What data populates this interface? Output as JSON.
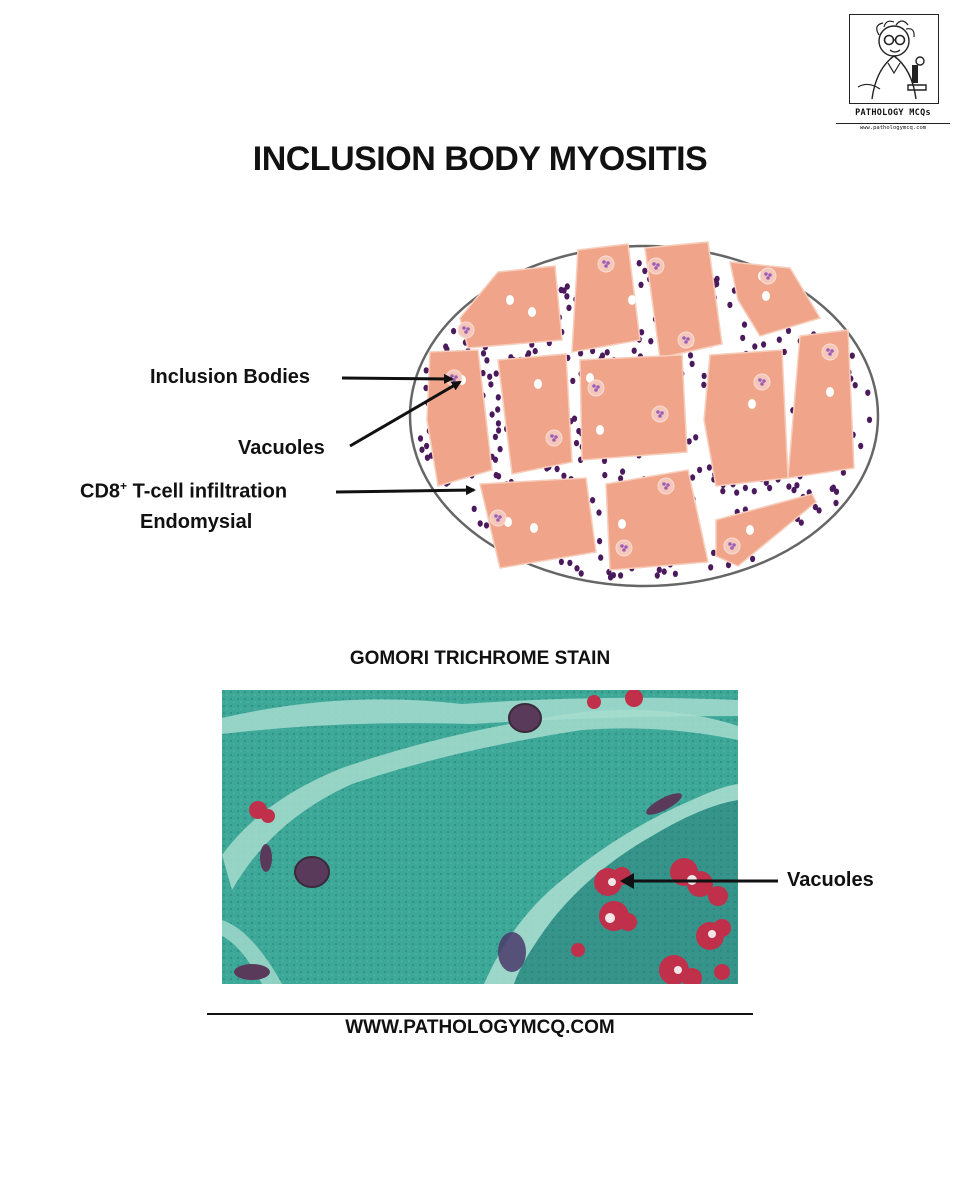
{
  "logo": {
    "name": "PATHOLOGY MCQs",
    "url": "www.pathologymcq.com"
  },
  "title": "INCLUSION BODY MYOSITIS",
  "diagram": {
    "labels": {
      "inclusion_bodies": "Inclusion Bodies",
      "vacuoles": "Vacuoles",
      "cd8_main": "CD8",
      "cd8_sup": "+",
      "cd8_rest": " T-cell infiltration",
      "endomysial": "Endomysial"
    },
    "colors": {
      "fiber": "#F0A489",
      "lymphocyte": "#4A1A5C",
      "inclusion": "#9B5FB8",
      "outline": "#666666"
    }
  },
  "stain": {
    "title": "GOMORI TRICHROME STAIN",
    "vacuoles_label": "Vacuoles",
    "colors": {
      "fiber": "#3EA898",
      "vacuole": "#C0304A",
      "nucleus": "#5A3A5A"
    }
  },
  "footer": "WWW.PATHOLOGYMCQ.COM"
}
